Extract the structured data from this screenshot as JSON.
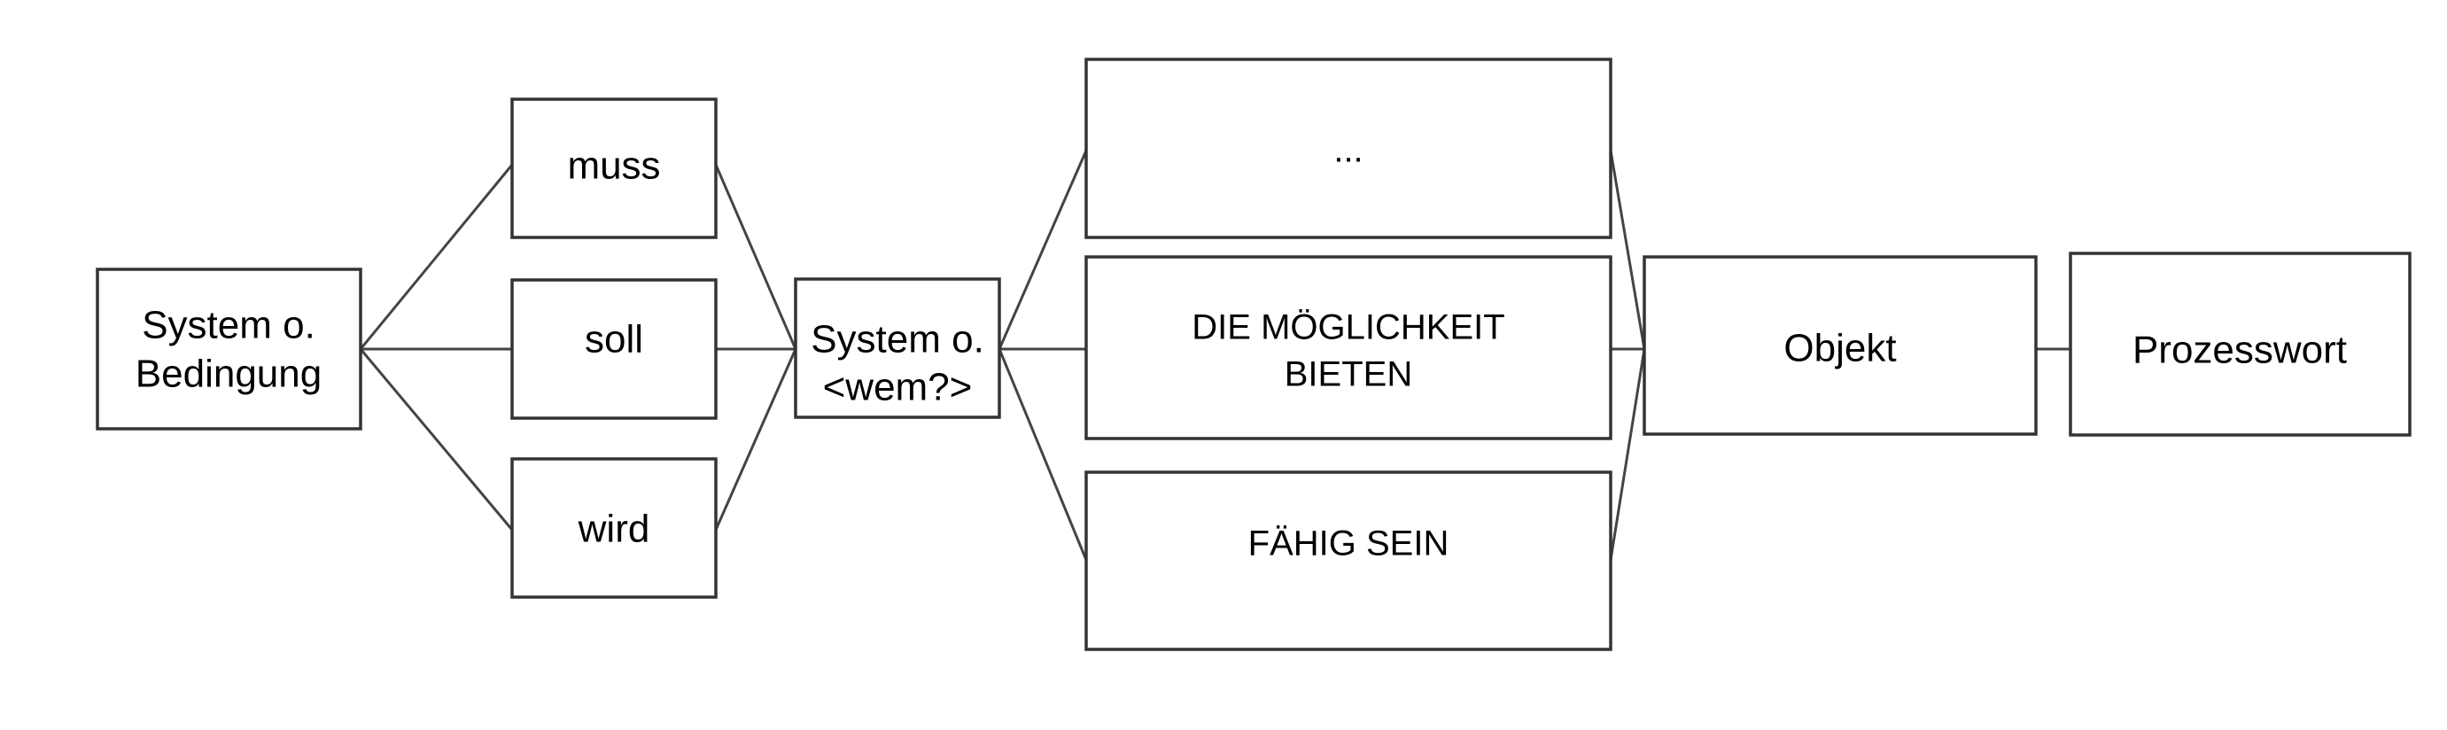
{
  "diagram": {
    "system_or_condition": {
      "line1": "System o.",
      "line2": "Bedingung"
    },
    "modal_muss": "muss",
    "modal_soll": "soll",
    "modal_wird": "wird",
    "system_whom": {
      "line1": "System o.",
      "line2": "<wem?>"
    },
    "option_ellipsis": "...",
    "option_provide_possibility": {
      "line1": "DIE MÖGLICHKEIT",
      "line2": "BIETEN"
    },
    "option_be_able": "FÄHIG SEIN",
    "object": "Objekt",
    "process_word": "Prozesswort"
  }
}
